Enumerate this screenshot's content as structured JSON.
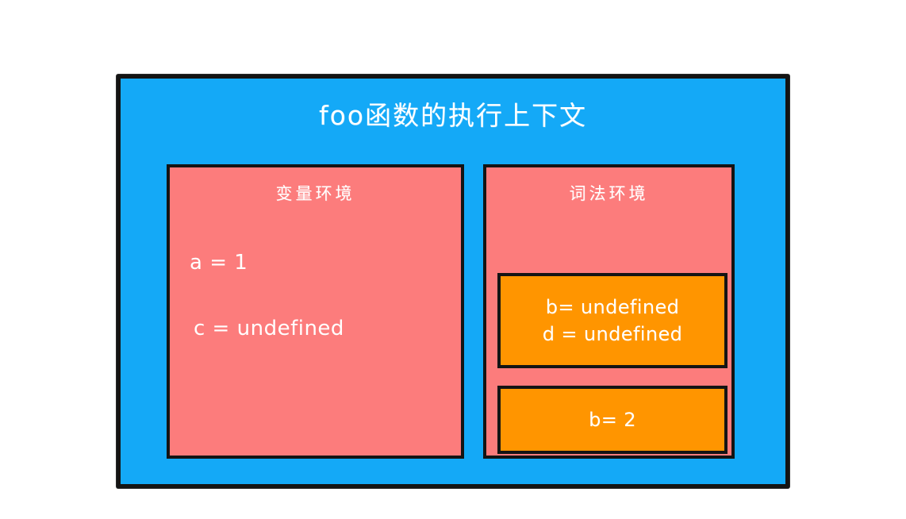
{
  "diagram": {
    "title": "foo函数的执行上下文",
    "colors": {
      "outer_background": "#14a9f7",
      "panel_background": "#fc7c7c",
      "binding_background": "#ff9500",
      "border": "#141414",
      "text": "#ffffff",
      "page_background": "#ffffff"
    },
    "variable_environment": {
      "title": "变量环境",
      "entries": [
        {
          "text": "a = 1"
        },
        {
          "text": "c = undefined"
        }
      ]
    },
    "lexical_environment": {
      "title": "词法环境",
      "bindings": [
        {
          "lines": [
            "b= undefined",
            "d = undefined"
          ]
        },
        {
          "lines": [
            "b= 2"
          ]
        }
      ]
    }
  }
}
